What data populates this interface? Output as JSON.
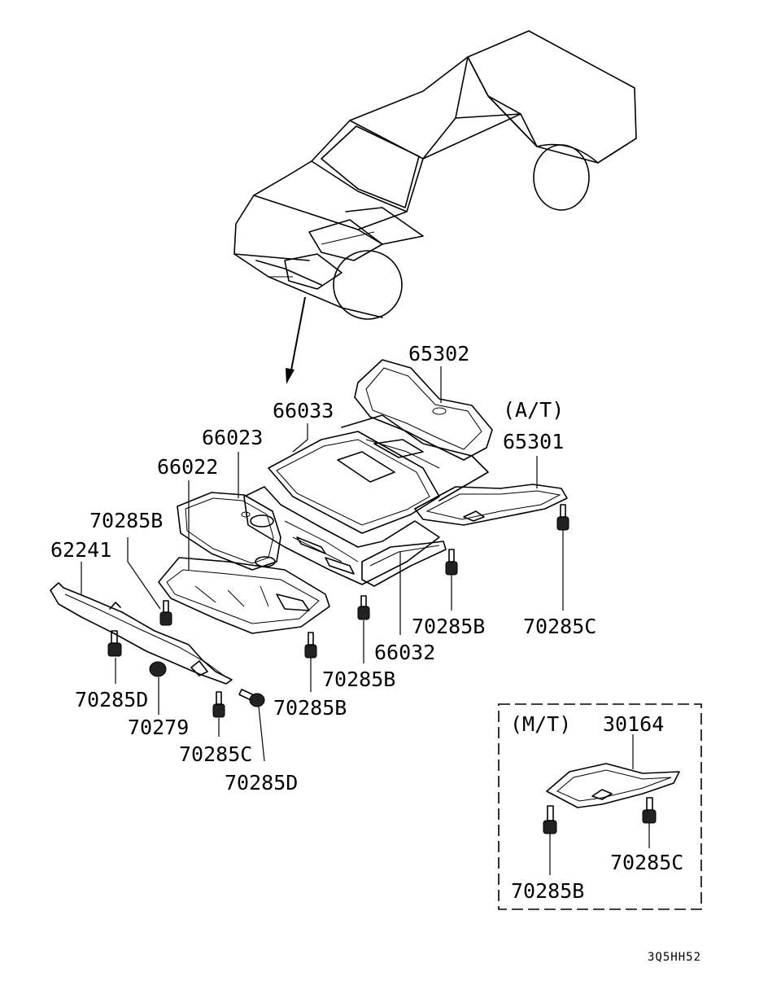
{
  "diagram": {
    "labels": [
      {
        "id": "lbl-65302",
        "text": "65302"
      },
      {
        "id": "lbl-at",
        "text": "(A/T)"
      },
      {
        "id": "lbl-66033",
        "text": "66033"
      },
      {
        "id": "lbl-65301",
        "text": "65301"
      },
      {
        "id": "lbl-66023",
        "text": "66023"
      },
      {
        "id": "lbl-66022",
        "text": "66022"
      },
      {
        "id": "lbl-70285b-1",
        "text": "70285B"
      },
      {
        "id": "lbl-62241",
        "text": "62241"
      },
      {
        "id": "lbl-70285b-2",
        "text": "70285B"
      },
      {
        "id": "lbl-70285c-1",
        "text": "70285C"
      },
      {
        "id": "lbl-66032",
        "text": "66032"
      },
      {
        "id": "lbl-70285b-3",
        "text": "70285B"
      },
      {
        "id": "lbl-70285d-1",
        "text": "70285D"
      },
      {
        "id": "lbl-70285b-4",
        "text": "70285B"
      },
      {
        "id": "lbl-70279",
        "text": "70279"
      },
      {
        "id": "lbl-70285c-2",
        "text": "70285C"
      },
      {
        "id": "lbl-70285d-2",
        "text": "70285D"
      },
      {
        "id": "lbl-mt",
        "text": "(M/T)"
      },
      {
        "id": "lbl-30164",
        "text": "30164"
      },
      {
        "id": "lbl-70285c-3",
        "text": "70285C"
      },
      {
        "id": "lbl-70285b-5",
        "text": "70285B"
      }
    ],
    "drawing_code": "3Q5HH52"
  }
}
